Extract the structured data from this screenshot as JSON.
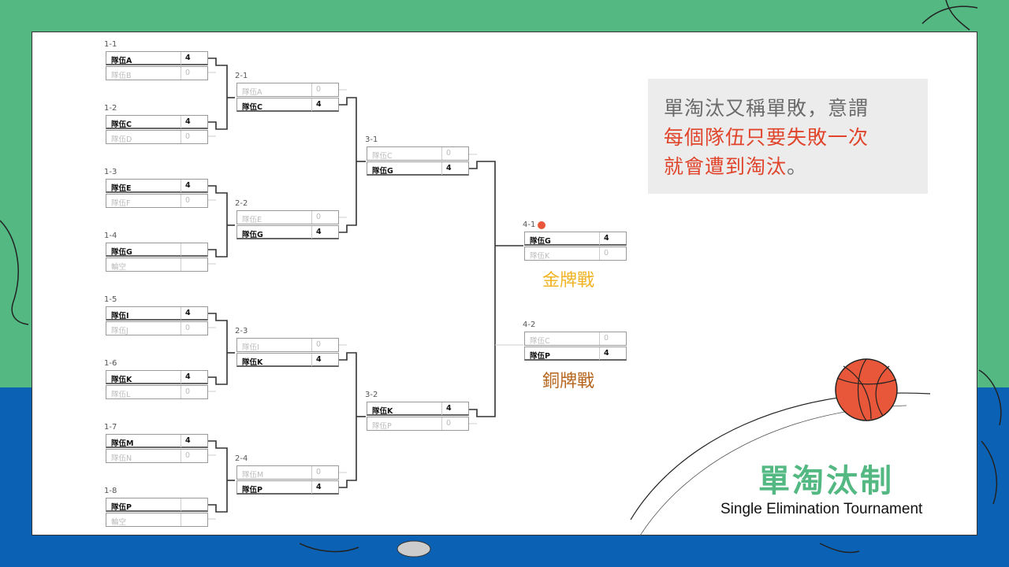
{
  "colors": {
    "green": "#54b883",
    "blue": "#0b62b5",
    "red": "#e0452c",
    "gold": "#f0b323",
    "bronze": "#b5651d",
    "ball": "#e8573a"
  },
  "info": {
    "line1": "單淘汰又稱單敗，意謂",
    "line2": "每個隊伍只要失敗一次",
    "line3_red": "就會遭到淘汰",
    "line3_end": "。"
  },
  "captions": {
    "gold": "金牌戰",
    "bronze": "銅牌戰"
  },
  "title": {
    "cn": "單淘汰制",
    "en": "Single Elimination Tournament"
  },
  "bracket": {
    "r1": [
      {
        "label": "1-1",
        "teams": [
          {
            "name": "隊伍A",
            "score": "4",
            "win": true
          },
          {
            "name": "隊伍B",
            "score": "0",
            "win": false
          }
        ]
      },
      {
        "label": "1-2",
        "teams": [
          {
            "name": "隊伍C",
            "score": "4",
            "win": true
          },
          {
            "name": "隊伍D",
            "score": "0",
            "win": false
          }
        ]
      },
      {
        "label": "1-3",
        "teams": [
          {
            "name": "隊伍E",
            "score": "4",
            "win": true
          },
          {
            "name": "隊伍F",
            "score": "0",
            "win": false
          }
        ]
      },
      {
        "label": "1-4",
        "teams": [
          {
            "name": "隊伍G",
            "score": "",
            "win": true
          },
          {
            "name": "輪空",
            "score": "",
            "win": false
          }
        ]
      },
      {
        "label": "1-5",
        "teams": [
          {
            "name": "隊伍I",
            "score": "4",
            "win": true
          },
          {
            "name": "隊伍J",
            "score": "0",
            "win": false
          }
        ]
      },
      {
        "label": "1-6",
        "teams": [
          {
            "name": "隊伍K",
            "score": "4",
            "win": true
          },
          {
            "name": "隊伍L",
            "score": "0",
            "win": false
          }
        ]
      },
      {
        "label": "1-7",
        "teams": [
          {
            "name": "隊伍M",
            "score": "4",
            "win": true
          },
          {
            "name": "隊伍N",
            "score": "0",
            "win": false
          }
        ]
      },
      {
        "label": "1-8",
        "teams": [
          {
            "name": "隊伍P",
            "score": "",
            "win": true
          },
          {
            "name": "輪空",
            "score": "",
            "win": false
          }
        ]
      }
    ],
    "r2": [
      {
        "label": "2-1",
        "teams": [
          {
            "name": "隊伍A",
            "score": "0",
            "win": false
          },
          {
            "name": "隊伍C",
            "score": "4",
            "win": true
          }
        ]
      },
      {
        "label": "2-2",
        "teams": [
          {
            "name": "隊伍E",
            "score": "0",
            "win": false
          },
          {
            "name": "隊伍G",
            "score": "4",
            "win": true
          }
        ]
      },
      {
        "label": "2-3",
        "teams": [
          {
            "name": "隊伍I",
            "score": "0",
            "win": false
          },
          {
            "name": "隊伍K",
            "score": "4",
            "win": true
          }
        ]
      },
      {
        "label": "2-4",
        "teams": [
          {
            "name": "隊伍M",
            "score": "0",
            "win": false
          },
          {
            "name": "隊伍P",
            "score": "4",
            "win": true
          }
        ]
      }
    ],
    "r3": [
      {
        "label": "3-1",
        "teams": [
          {
            "name": "隊伍C",
            "score": "0",
            "win": false
          },
          {
            "name": "隊伍G",
            "score": "4",
            "win": true
          }
        ]
      },
      {
        "label": "3-2",
        "teams": [
          {
            "name": "隊伍K",
            "score": "4",
            "win": true
          },
          {
            "name": "隊伍P",
            "score": "0",
            "win": false
          }
        ]
      }
    ],
    "final": {
      "label": "4-1",
      "teams": [
        {
          "name": "隊伍G",
          "score": "4",
          "win": true
        },
        {
          "name": "隊伍K",
          "score": "0",
          "win": false
        }
      ]
    },
    "third": {
      "label": "4-2",
      "teams": [
        {
          "name": "隊伍C",
          "score": "0",
          "win": false
        },
        {
          "name": "隊伍P",
          "score": "4",
          "win": true
        }
      ]
    }
  }
}
